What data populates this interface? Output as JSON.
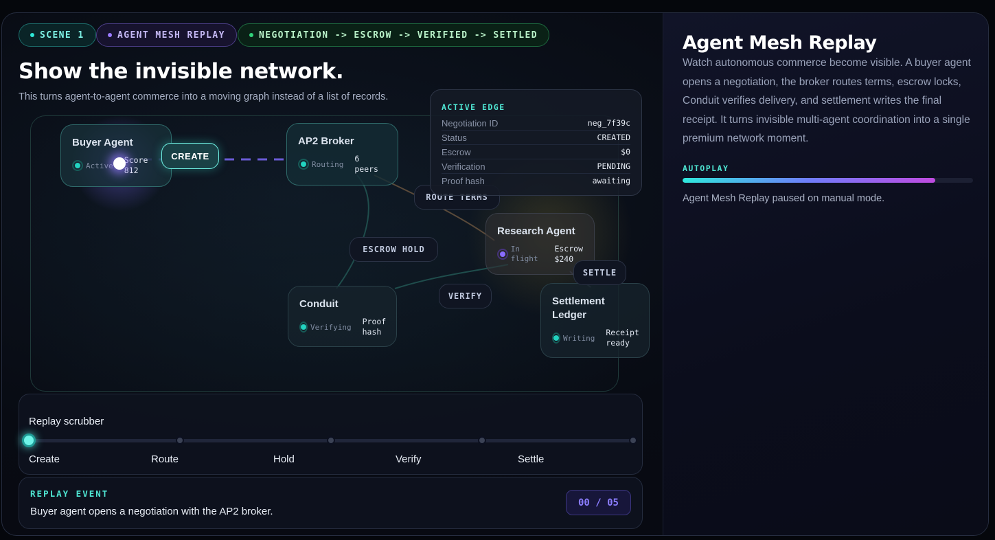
{
  "pills": {
    "scene": "SCENE 1",
    "mesh": "AGENT MESH REPLAY",
    "flow": "NEGOTIATION -> ESCROW -> VERIFIED -> SETTLED"
  },
  "hero": {
    "headline": "Show the invisible network.",
    "subline": "This turns agent-to-agent commerce into a moving graph instead of a list of records."
  },
  "nodes": {
    "buyer": {
      "title": "Buyer Agent",
      "status": "Active",
      "metric_line1": "Score",
      "metric_line2": "812"
    },
    "broker": {
      "title": "AP2 Broker",
      "status": "Routing",
      "metric_line1": "6",
      "metric_line2": "peers"
    },
    "research": {
      "title": "Research Agent",
      "status_line1": "In",
      "status_line2": "flight",
      "metric_line1": "Escrow",
      "metric_line2": "$240"
    },
    "conduit": {
      "title": "Conduit",
      "status": "Verifying",
      "metric_line1": "Proof",
      "metric_line2": "hash"
    },
    "ledger": {
      "title_line1": "Settlement",
      "title_line2": "Ledger",
      "status": "Writing",
      "metric_line1": "Receipt",
      "metric_line2": "ready"
    }
  },
  "edge_labels": {
    "create": "CREATE",
    "route": "ROUTE TERMS",
    "escrow": "ESCROW HOLD",
    "verify": "VERIFY",
    "settle": "SETTLE"
  },
  "active_edge": {
    "title": "ACTIVE EDGE",
    "rows": [
      {
        "key": "Negotiation ID",
        "value": "neg_7f39c"
      },
      {
        "key": "Status",
        "value": "CREATED"
      },
      {
        "key": "Escrow",
        "value": "$0"
      },
      {
        "key": "Verification",
        "value": "PENDING"
      },
      {
        "key": "Proof hash",
        "value": "awaiting"
      }
    ]
  },
  "scrubber": {
    "title": "Replay scrubber",
    "current_step": 0,
    "steps": [
      "Create",
      "Route",
      "Hold",
      "Verify",
      "Settle"
    ]
  },
  "replay_event": {
    "title": "REPLAY EVENT",
    "description": "Buyer agent opens a negotiation with the AP2 broker.",
    "counter": "00 / 05"
  },
  "side_panel": {
    "title": "Agent Mesh Replay",
    "description": "Watch autonomous commerce become visible. A buyer agent opens a negotiation, the broker routes terms, escrow locks, Conduit verifies delivery, and settlement writes the final receipt. It turns invisible multi-agent coordination into a single premium network moment.",
    "autoplay_label": "AUTOPLAY",
    "autoplay_progress": 0.87,
    "status": "Agent Mesh Replay paused on manual mode."
  },
  "colors": {
    "accent_teal": "#2ee6d6",
    "accent_violet": "#8b7dff",
    "accent_green": "#31d27a"
  }
}
